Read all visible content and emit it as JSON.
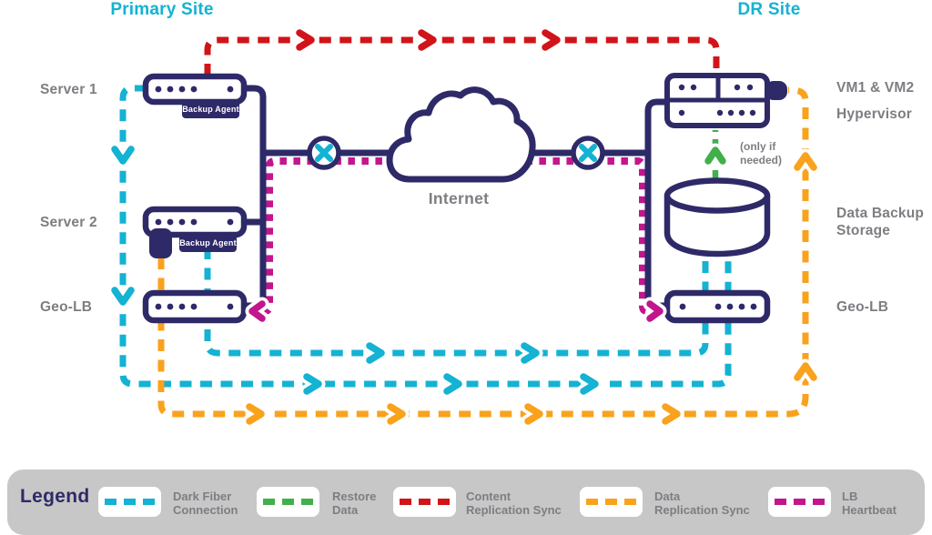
{
  "titles": {
    "primary_site": "Primary Site",
    "dr_site": "DR Site"
  },
  "node_labels": {
    "server1": "Server 1",
    "server2": "Server 2",
    "geo_lb_left": "Geo-LB",
    "vm": "VM1 & VM2",
    "hypervisor": "Hypervisor",
    "storage_line1": "Data Backup",
    "storage_line2": "Storage",
    "geo_lb_right": "Geo-LB",
    "internet": "Internet",
    "backup_agent": "Backup Agent",
    "only_if_needed_line1": "(only if",
    "only_if_needed_line2": "needed)"
  },
  "legend": {
    "title": "Legend",
    "items": [
      {
        "label_line1": "Dark Fiber",
        "label_line2": "Connection",
        "color": "#14b2d3"
      },
      {
        "label_line1": "Restore",
        "label_line2": "Data",
        "color": "#41b04b"
      },
      {
        "label_line1": "Content",
        "label_line2": "Replication Sync",
        "color": "#d11419"
      },
      {
        "label_line1": "Data",
        "label_line2": "Replication Sync",
        "color": "#f9a21c"
      },
      {
        "label_line1": "LB",
        "label_line2": "Heartbeat",
        "color": "#c2168c"
      }
    ]
  },
  "colors": {
    "navy": "#2e2a68",
    "cyan": "#14b2d3",
    "red": "#d11419",
    "orange": "#f9a21c",
    "magenta": "#c2168c",
    "green": "#41b04b",
    "label_gray": "#7d7e82",
    "legend_bar": "#c7c7c7"
  }
}
